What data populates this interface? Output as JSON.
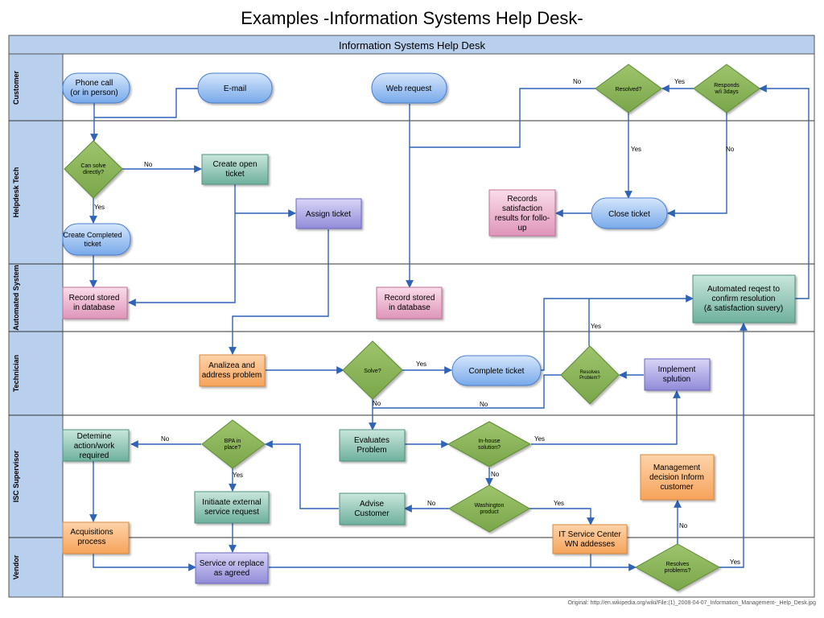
{
  "title": "Examples -Information Systems Help Desk-",
  "pool_title": "Information Systems Help Desk",
  "footer": "Original: http://en.wikipedia.org/wiki/File:(1)_2008-04-07_Information_Management-_Help_Desk.jpg",
  "lanes": [
    "Customer",
    "Helpdesk Tech",
    "Automated System",
    "Technician",
    "ISC Supervisor",
    "Vendor"
  ],
  "nodes": {
    "phone_call": [
      "Phone call",
      "(or in person)"
    ],
    "email": [
      "E-mail"
    ],
    "web_request": [
      "Web request"
    ],
    "resolved": [
      "Resolved?"
    ],
    "responds": [
      "Responds",
      "w/i 3days"
    ],
    "can_solve": [
      "Can solve",
      "directly?"
    ],
    "create_open": [
      "Create open",
      "ticket"
    ],
    "assign_ticket": [
      "Assign ticket"
    ],
    "create_completed": [
      "Create Completed",
      "ticket"
    ],
    "records_satisfaction": [
      "Records",
      "satisfaction",
      "results for follo-",
      "up"
    ],
    "close_ticket": [
      "Close ticket"
    ],
    "record_stored_1": [
      "Record stored",
      "in database"
    ],
    "record_stored_2": [
      "Record stored",
      "in database"
    ],
    "automated_request": [
      "Automated reqest to",
      "confirm resolution",
      "(& satisfaction suvery)"
    ],
    "analize": [
      "Analizea and",
      "address problem"
    ],
    "solve": [
      "Solve?"
    ],
    "complete_ticket": [
      "Complete ticket"
    ],
    "resolves_problem": [
      "Resolves",
      "Problem?"
    ],
    "implement": [
      "Implement",
      "splution"
    ],
    "determine": [
      "Detemine",
      "action/work",
      "required"
    ],
    "bpa": [
      "BPA in",
      "place?"
    ],
    "evaluates": [
      "Evaluates",
      "Problem"
    ],
    "inhouse": [
      "In-house",
      "solution?"
    ],
    "initiate": [
      "Initiaate external",
      "service request"
    ],
    "advise": [
      "Advise",
      "Customer"
    ],
    "washington": [
      "Washington",
      "product"
    ],
    "management": [
      "Management",
      "decision Inform",
      "customer"
    ],
    "acquisitions": [
      "Acquisitions",
      "process"
    ],
    "it_service": [
      "IT Service Center",
      "WN addesses"
    ],
    "service_replace": [
      "Service or replace",
      "as agreed"
    ],
    "resolves_problems": [
      "Resolves",
      "problems?"
    ]
  },
  "edge_labels": {
    "resolved_no": "No",
    "responds_yes": "Yes",
    "resolved_yes": "Yes",
    "responds_no": "No",
    "can_solve_no": "No",
    "can_solve_yes": "Yes",
    "resolves_problem_yes": "Yes",
    "solve_yes": "Yes",
    "solve_no": "No",
    "resolves_problem_no": "No",
    "bpa_no": "No",
    "bpa_yes": "Yes",
    "inhouse_yes": "Yes",
    "inhouse_no": "No",
    "washington_no": "No",
    "washington_yes": "Yes",
    "resolves_problems_no": "No",
    "resolves_problems_yes": "Yes"
  },
  "colors": {
    "lane_header": "#b9cfee",
    "pool_header": "#b9cfee",
    "line": "#2e63b8",
    "blue_shape": "#7fb0ee",
    "green_diamond": "#8db55a",
    "teal_box": "#78b8a8",
    "purple_box": "#9b95dd",
    "pink_box": "#e4a2c2",
    "orange_box": "#f8ae6a"
  }
}
